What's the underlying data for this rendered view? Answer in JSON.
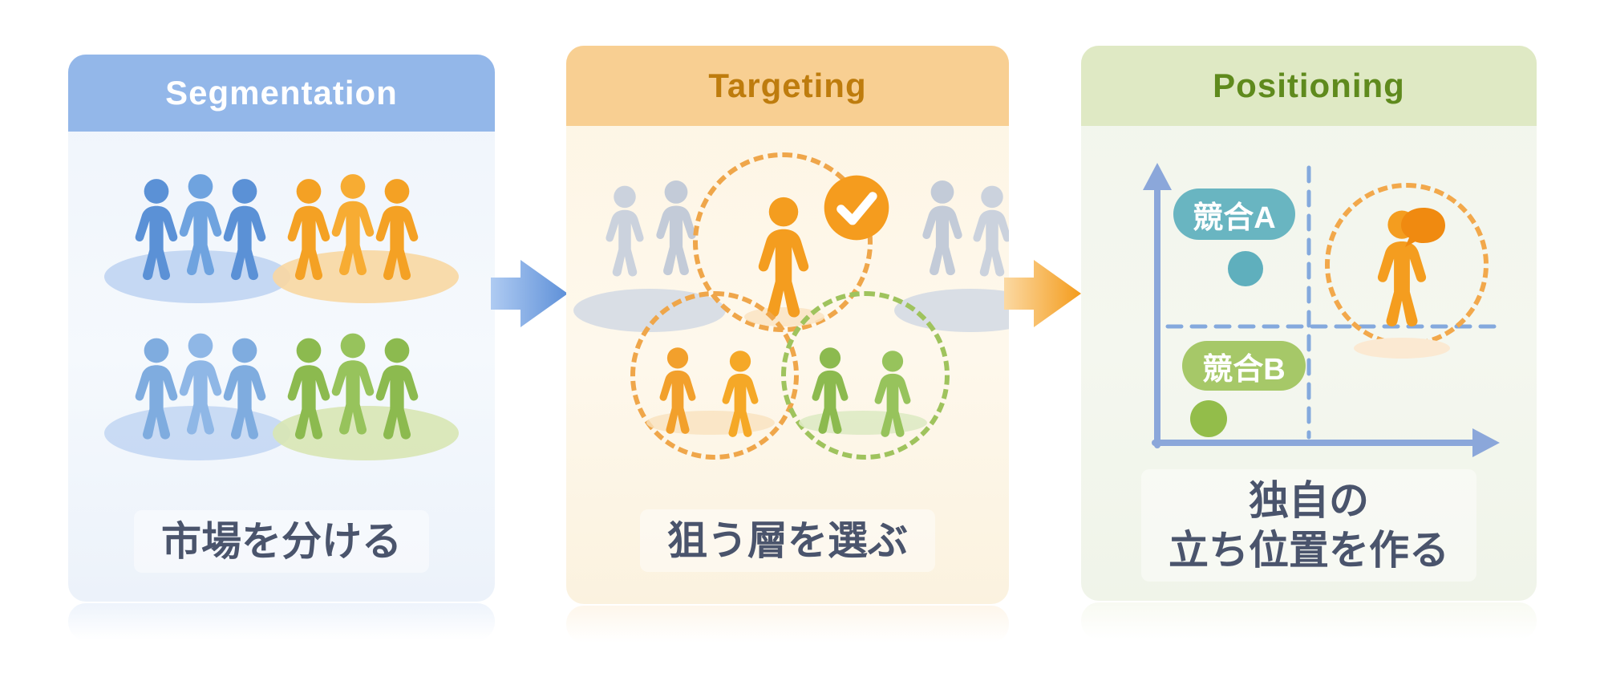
{
  "panels": [
    {
      "id": "segmentation",
      "header": "Segmentation",
      "caption": "市場を分ける"
    },
    {
      "id": "targeting",
      "header": "Targeting",
      "caption": "狙う層を選ぶ"
    },
    {
      "id": "positioning",
      "header": "Positioning",
      "caption_lines": [
        "独自の",
        "立ち位置を作る"
      ],
      "chart": {
        "type": "quadrant-map",
        "competitors": [
          {
            "label": "競合A",
            "color": "#69B5C1",
            "quadrant": "upper-left"
          },
          {
            "label": "競合B",
            "color": "#A6C868",
            "quadrant": "lower-left"
          }
        ],
        "own_position": {
          "marker": "person-with-speech-bubble",
          "quadrant": "upper-right"
        }
      }
    }
  ],
  "colors": {
    "seg_header": "#93B7E9",
    "seg_body": "#EFF4FB",
    "seg_title": "#FFFFFF",
    "tgt_header": "#F8CF92",
    "tgt_body": "#FDF5E3",
    "tgt_title": "#BE7C0D",
    "pos_header": "#DFE9C4",
    "pos_body": "#F2F5EC",
    "pos_title": "#5F8A1D",
    "caption_text": "#4A546C",
    "person_blue": "#5B91D6",
    "person_blue_light": "#7FACDF",
    "person_orange": "#F4A124",
    "person_green": "#8CBA4F",
    "person_gray": "#C6CEDA",
    "dashed_orange": "#EFA64A",
    "dashed_green": "#9FC35D",
    "check_badge": "#F59C1E",
    "axis_blue": "#8BA7DA",
    "competitor_a": "#69B5C1",
    "competitor_b": "#A6C868",
    "arrow_blue": "#5E90D8",
    "arrow_orange": "#F49C1D"
  }
}
